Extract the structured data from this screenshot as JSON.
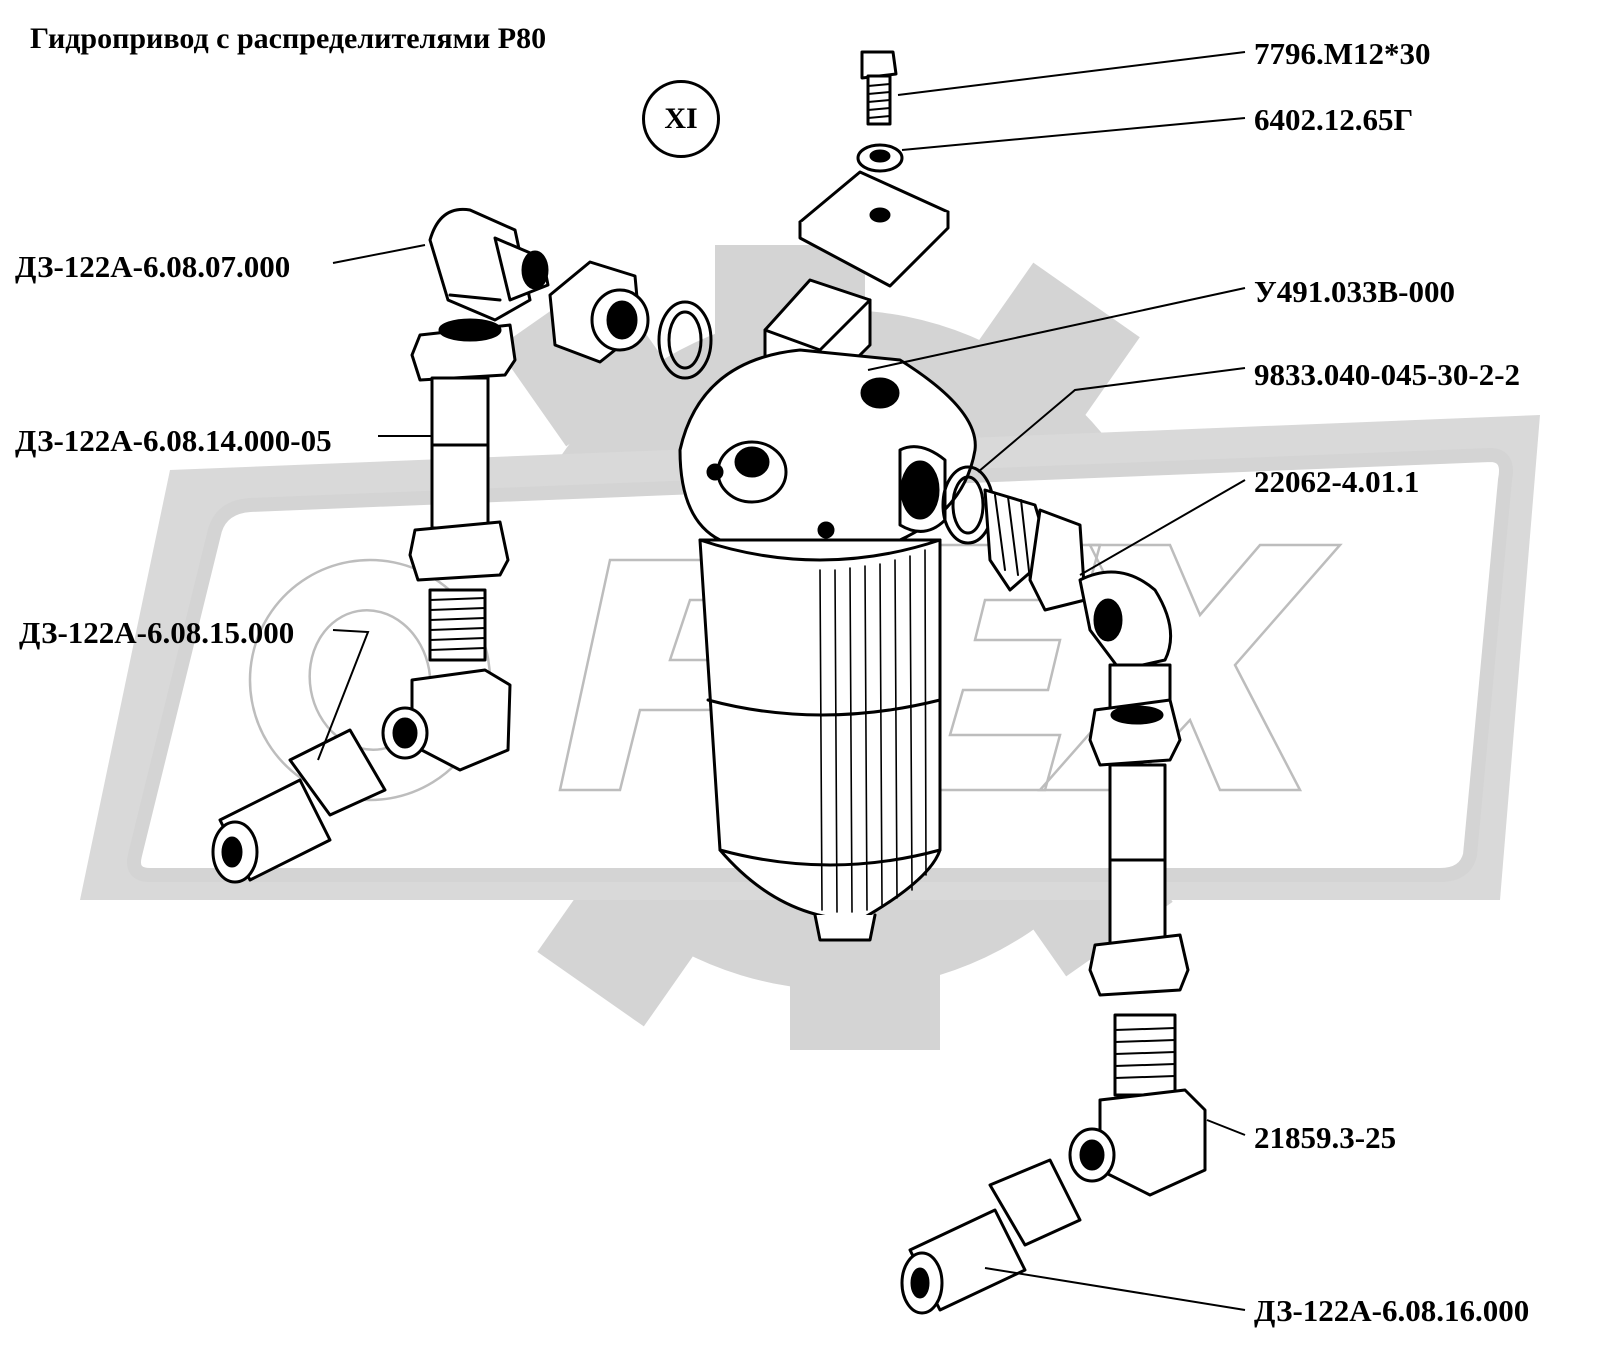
{
  "title": "Гидропривод с распределителями Р80",
  "section_mark": "XI",
  "watermark_text": "ОРЕХ",
  "colors": {
    "line": "#000000",
    "watermark": "#d4d4d4",
    "background": "#ffffff"
  },
  "parts": [
    {
      "id": "bolt",
      "label": "7796.М12*30"
    },
    {
      "id": "washer",
      "label": "6402.12.65Г"
    },
    {
      "id": "elbow-top-left",
      "label": "ДЗ-122А-6.08.07.000"
    },
    {
      "id": "filter-body",
      "label": "У491.033В-000"
    },
    {
      "id": "o-ring",
      "label": "9833.040-045-30-2-2"
    },
    {
      "id": "pipe-left",
      "label": "ДЗ-122А-6.08.14.000-05"
    },
    {
      "id": "union",
      "label": "22062-4.01.1"
    },
    {
      "id": "fitting-left",
      "label": "ДЗ-122А-6.08.15.000"
    },
    {
      "id": "tee",
      "label": "21859.3-25"
    },
    {
      "id": "fitting-right",
      "label": "ДЗ-122А-6.08.16.000"
    }
  ]
}
